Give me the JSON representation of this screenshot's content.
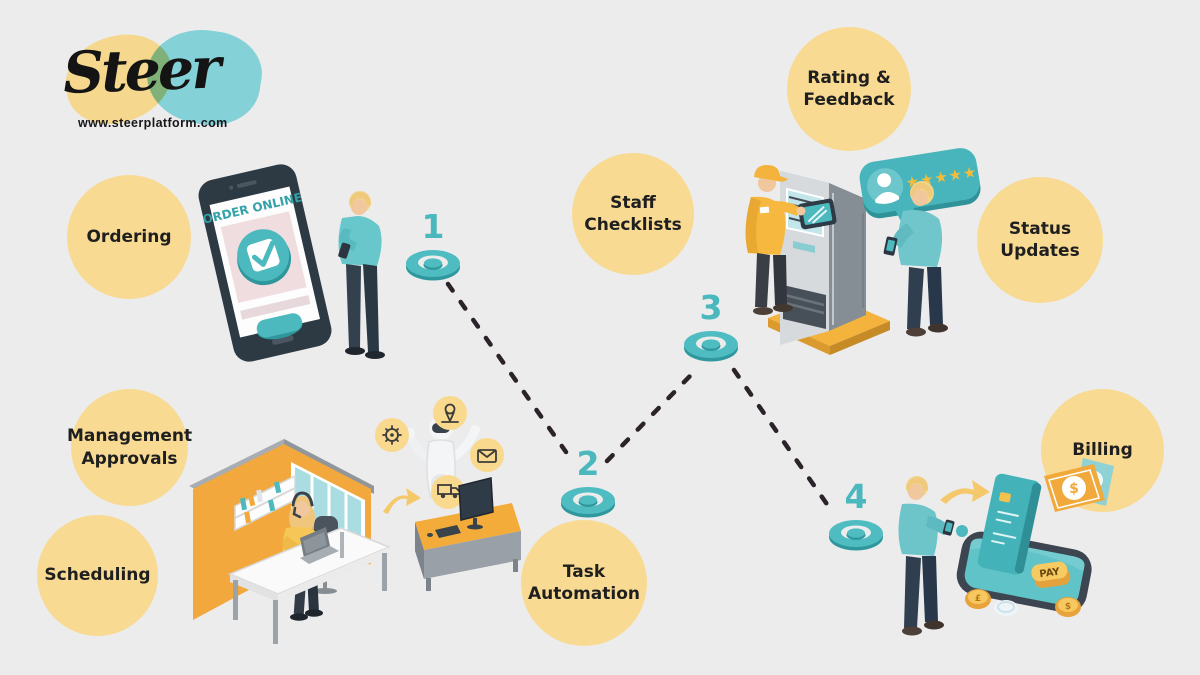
{
  "logo": {
    "brand": "Steer",
    "website": "www.steerplatform.com"
  },
  "features": [
    {
      "id": "ordering",
      "label": "Ordering"
    },
    {
      "id": "management",
      "label": "Management\nApprovals"
    },
    {
      "id": "scheduling",
      "label": "Scheduling"
    },
    {
      "id": "staff",
      "label": "Staff\nChecklists"
    },
    {
      "id": "rating",
      "label": "Rating &\nFeedback"
    },
    {
      "id": "status",
      "label": "Status\nUpdates"
    },
    {
      "id": "task",
      "label": "Task\nAutomation"
    },
    {
      "id": "billing",
      "label": "Billing"
    }
  ],
  "waypoints": [
    {
      "number": "1"
    },
    {
      "number": "2"
    },
    {
      "number": "3"
    },
    {
      "number": "4"
    }
  ],
  "illustrations": {
    "ordering_scene": {
      "screen_title": "ORDER ONLINE"
    },
    "feedback_scene": {
      "stars": "★★★★★"
    },
    "billing_scene": {
      "pay_button": "PAY",
      "dollar": "$",
      "pound": "£"
    }
  },
  "colors": {
    "background": "#ececec",
    "accent_teal": "#4cb9be",
    "bubble_yellow": "#f8da93",
    "connector_dark": "#2c2229",
    "star_gold": "#f3bd3c",
    "wall_orange": "#f3a83d"
  }
}
